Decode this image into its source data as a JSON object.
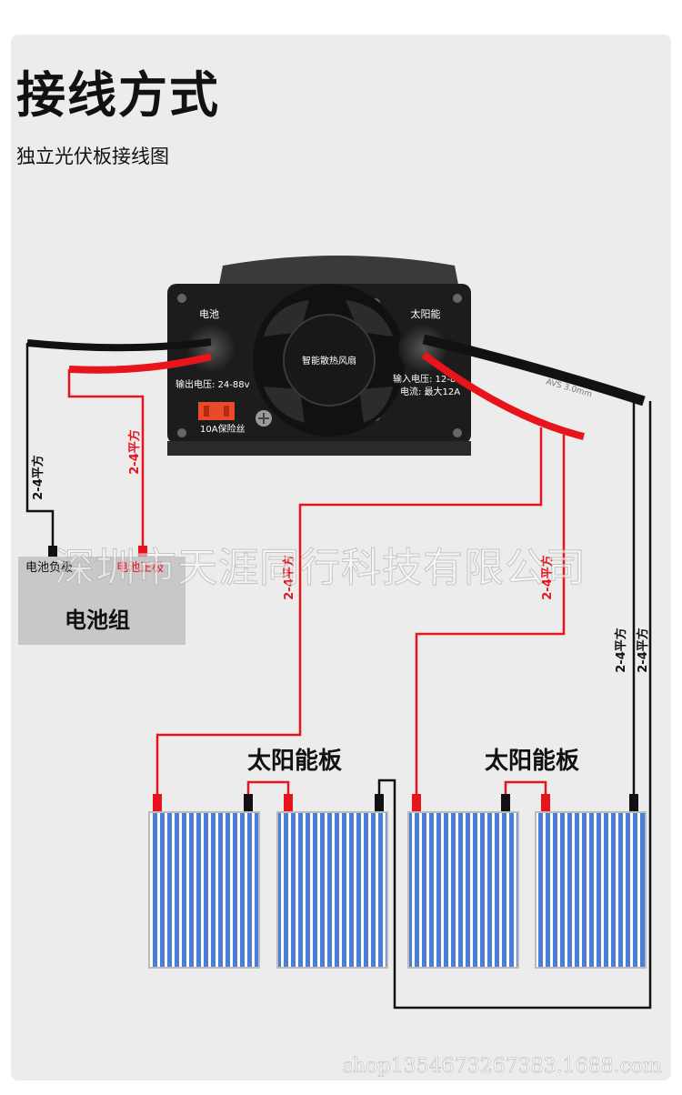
{
  "header": {
    "title": "接线方式",
    "subtitle": "独立光伏板接线图"
  },
  "inverter": {
    "battery_label": "电池",
    "solar_label": "太阳能",
    "fan_label": "智能散热风扇",
    "output_voltage": "输出电压:  24-88v",
    "input_voltage": "输入电压: 12-8",
    "current": "电流: 最大12A",
    "fuse_label": "10A保险丝",
    "cable_print": "AVS  3.0mm"
  },
  "battery": {
    "label": "电池组",
    "negative_label": "电池负极",
    "positive_label": "电池正极"
  },
  "wire_specs": {
    "spec": "2-4平方"
  },
  "panels": {
    "group_label": "太阳能板"
  },
  "colors": {
    "red_wire": "#e8141c",
    "black_wire": "#111111",
    "panel_blue": "#4a7ed8",
    "battery_gray": "#c8c8c8"
  },
  "watermarks": {
    "company": "深圳市天涯同行科技有限公司",
    "shop": "shop1354673267383.1688.com"
  }
}
